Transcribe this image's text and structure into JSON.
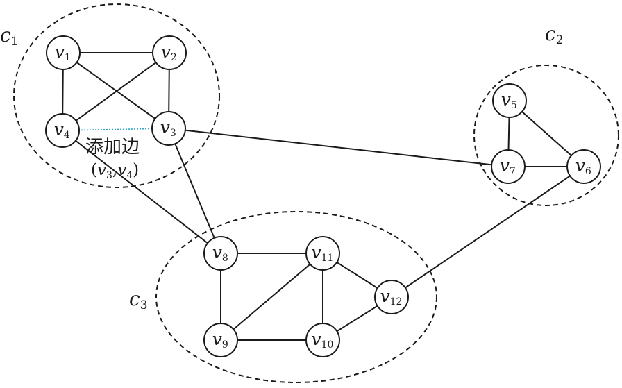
{
  "communities": [
    {
      "id": "c1",
      "letter": "c",
      "sub": "1"
    },
    {
      "id": "c2",
      "letter": "c",
      "sub": "2"
    },
    {
      "id": "c3",
      "letter": "c",
      "sub": "3"
    }
  ],
  "nodes": [
    {
      "id": "v1",
      "letter": "v",
      "sub": "1"
    },
    {
      "id": "v2",
      "letter": "v",
      "sub": "2"
    },
    {
      "id": "v3",
      "letter": "v",
      "sub": "3"
    },
    {
      "id": "v4",
      "letter": "v",
      "sub": "4"
    },
    {
      "id": "v5",
      "letter": "v",
      "sub": "5"
    },
    {
      "id": "v6",
      "letter": "v",
      "sub": "6"
    },
    {
      "id": "v7",
      "letter": "v",
      "sub": "7"
    },
    {
      "id": "v8",
      "letter": "v",
      "sub": "8"
    },
    {
      "id": "v9",
      "letter": "v",
      "sub": "9"
    },
    {
      "id": "v10",
      "letter": "v",
      "sub": "10"
    },
    {
      "id": "v11",
      "letter": "v",
      "sub": "11"
    },
    {
      "id": "v12",
      "letter": "v",
      "sub": "12"
    }
  ],
  "edges": [
    [
      "v1",
      "v2"
    ],
    [
      "v1",
      "v4"
    ],
    [
      "v1",
      "v3"
    ],
    [
      "v2",
      "v4"
    ],
    [
      "v2",
      "v3"
    ],
    [
      "v3",
      "v7"
    ],
    [
      "v3",
      "v8"
    ],
    [
      "v4",
      "v8"
    ],
    [
      "v5",
      "v7"
    ],
    [
      "v5",
      "v6"
    ],
    [
      "v7",
      "v6"
    ],
    [
      "v6",
      "v12"
    ],
    [
      "v8",
      "v11"
    ],
    [
      "v8",
      "v9"
    ],
    [
      "v9",
      "v11"
    ],
    [
      "v9",
      "v10"
    ],
    [
      "v11",
      "v10"
    ],
    [
      "v11",
      "v12"
    ],
    [
      "v10",
      "v12"
    ]
  ],
  "added_edge": {
    "from": "v3",
    "to": "v4",
    "caption": "添加边",
    "pair": {
      "open": "(",
      "a_letter": "v",
      "a_sub": "3",
      "sep": ",",
      "b_letter": "v",
      "b_sub": "4",
      "close": ")"
    }
  }
}
